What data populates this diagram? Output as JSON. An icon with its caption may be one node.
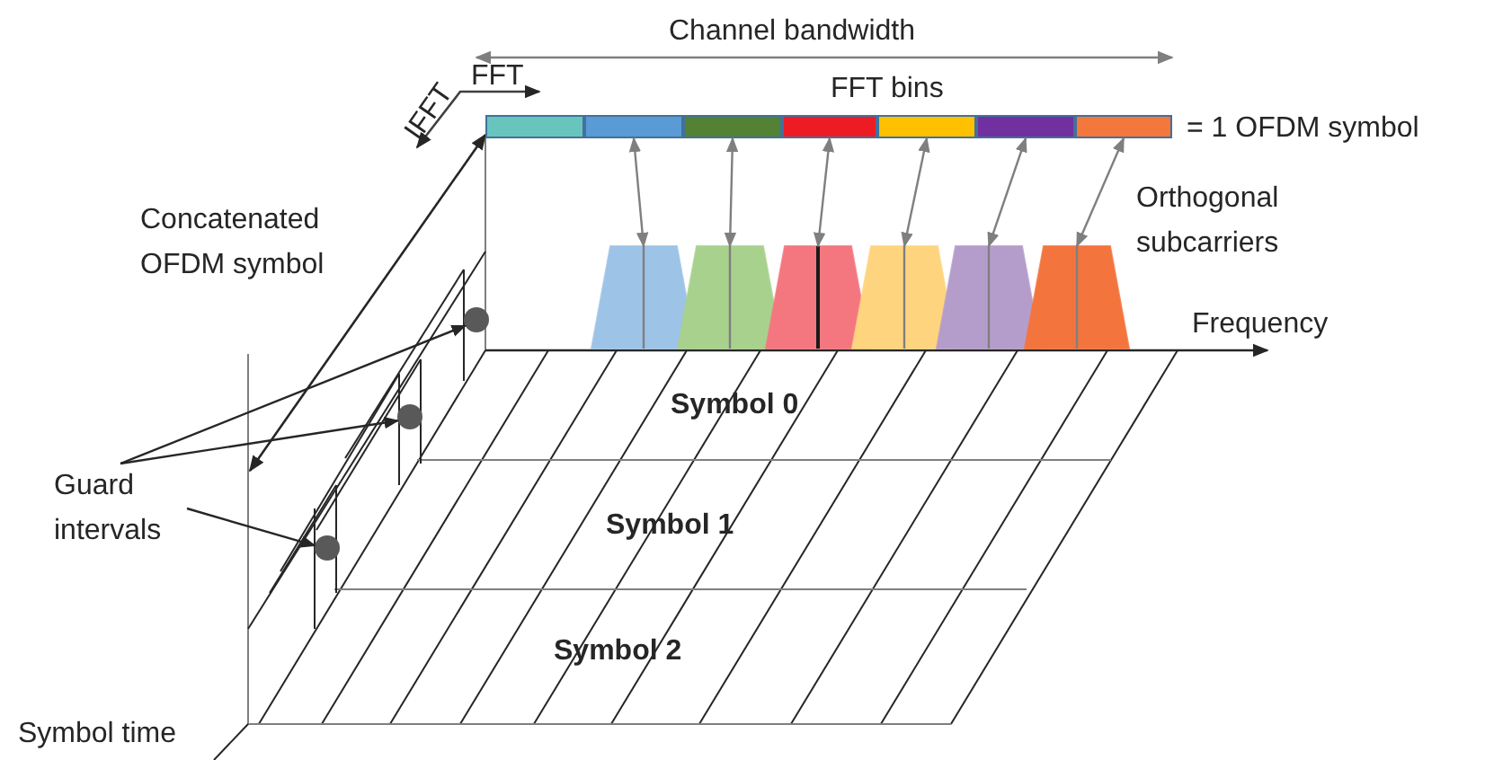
{
  "diagram": {
    "nodes": [
      {
        "text": [
          "FFT bins"
        ],
        "beside": [
          "= 1 OFDM symbol"
        ]
      },
      {
        "text": [],
        "shape": "box",
        "in": 0
      },
      {
        "text": [],
        "shape": "box",
        "in": 0
      },
      {
        "text": [],
        "shape": "box",
        "in": 0
      },
      {
        "text": [],
        "shape": "box",
        "in": 0
      },
      {
        "text": [],
        "shape": "box",
        "in": 0
      },
      {
        "text": [],
        "shape": "box",
        "in": 0
      },
      {
        "text": [],
        "shape": "box",
        "in": 0
      },
      {
        "text": [],
        "shape": "trapezoid"
      },
      {
        "text": [],
        "shape": "trapezoid"
      },
      {
        "text": [],
        "shape": "trapezoid"
      },
      {
        "text": [],
        "shape": "trapezoid"
      },
      {
        "text": [],
        "shape": "trapezoid"
      },
      {
        "text": [],
        "shape": "trapezoid"
      },
      {
        "text": [
          "Guard intervals"
        ]
      },
      {
        "text": [],
        "shape": "circle"
      },
      {
        "text": [],
        "shape": "circle"
      },
      {
        "text": [],
        "shape": "circle"
      }
    ],
    "edges": [
      {
        "from": 8,
        "to": 2,
        "arrow": "both"
      },
      {
        "from": 9,
        "to": 3,
        "arrow": "both"
      },
      {
        "from": 10,
        "to": 4,
        "arrow": "both"
      },
      {
        "from": 11,
        "to": 5,
        "arrow": "both"
      },
      {
        "from": 12,
        "to": 6,
        "arrow": "both"
      },
      {
        "from": 13,
        "to": 7,
        "arrow": "both"
      },
      {
        "from": 14,
        "to": 15,
        "arrow": "to",
        "color": "#262626"
      },
      {
        "from": 14,
        "to": 16,
        "arrow": "to",
        "color": "#262626"
      },
      {
        "from": 14,
        "to": 17,
        "arrow": "to",
        "color": "#262626"
      }
    ],
    "labels": [
      "Channel bandwidth",
      "IFFT",
      "FFT",
      "Orthogonal subcarriers",
      "Concatenated OFDM symbol",
      "Frequency",
      "Symbol 0",
      "Symbol 1",
      "Symbol 2",
      "Symbol time"
    ]
  }
}
